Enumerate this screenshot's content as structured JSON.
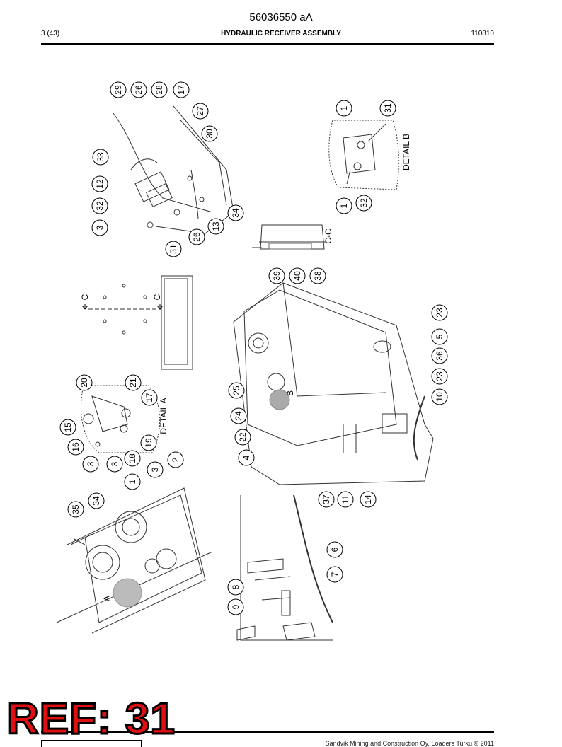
{
  "header": {
    "doc_number": "56036550 aA",
    "page": "3 (43)",
    "title": "HYDRAULIC RECEIVER ASSEMBLY",
    "date_code": "110810"
  },
  "labels": {
    "detail_a": "DETAIL A",
    "detail_b": "DETAIL B",
    "section_cc": "C-C",
    "section_c": "C",
    "view_a": "A",
    "view_b": "B"
  },
  "callouts": {
    "detail_top": [
      "29",
      "26",
      "28",
      "17",
      "27",
      "30",
      "33",
      "12",
      "32",
      "3",
      "31",
      "26",
      "13",
      "34"
    ],
    "detail_b": [
      "1",
      "31",
      "1",
      "32"
    ],
    "section_cc": [
      "39",
      "40",
      "38"
    ],
    "detail_a": [
      "20",
      "21",
      "17",
      "15",
      "16",
      "3",
      "3",
      "18",
      "19"
    ],
    "main_left": [
      "1",
      "3",
      "2",
      "35",
      "34"
    ],
    "main_right": [
      "25",
      "24",
      "22",
      "4",
      "23",
      "5",
      "36",
      "23",
      "10",
      "37",
      "11",
      "14",
      "6",
      "7",
      "8",
      "9"
    ]
  },
  "footer": {
    "copyright": "Sandvik Mining and Construction Oy, Loaders Turku © 2011"
  },
  "stamp": "REF: 31"
}
